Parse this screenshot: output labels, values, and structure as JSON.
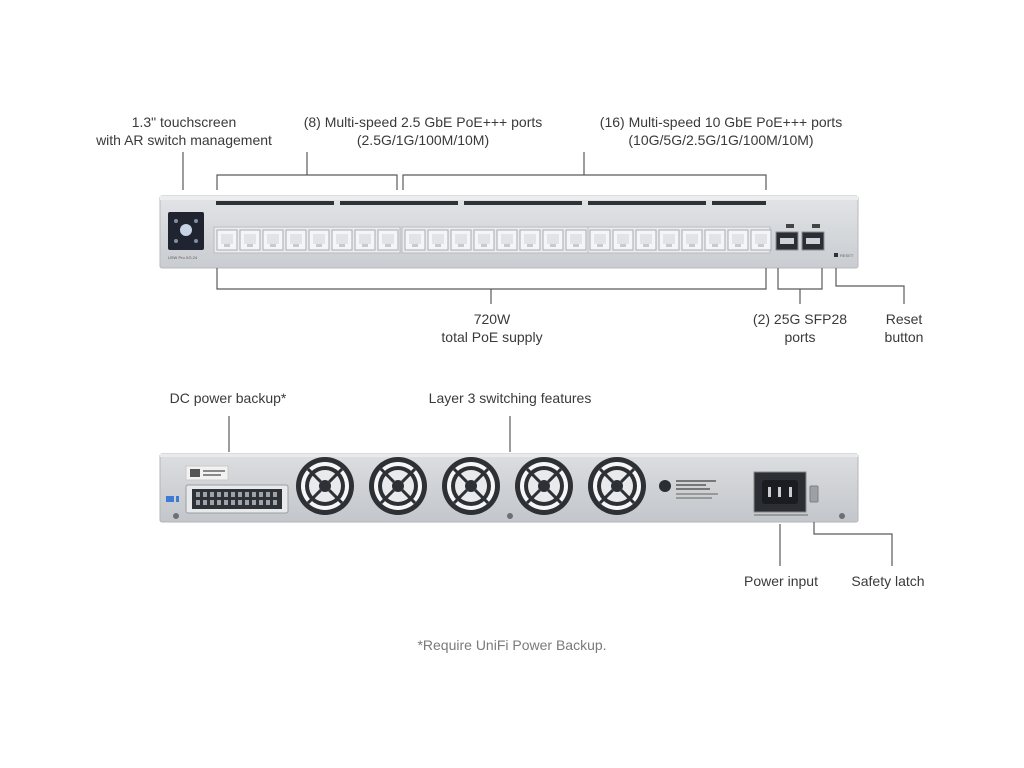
{
  "front_labels": {
    "touchscreen": [
      "1.3\" touchscreen",
      "with AR switch management"
    ],
    "ports_25": [
      "(8) Multi-speed 2.5 GbE PoE+++ ports",
      "(2.5G/1G/100M/10M)"
    ],
    "ports_10": [
      "(16) Multi-speed 10 GbE PoE+++ ports",
      "(10G/5G/2.5G/1G/100M/10M)"
    ],
    "poe_supply": [
      "720W",
      "total PoE supply"
    ],
    "sfp": [
      "(2) 25G SFP28",
      "ports"
    ],
    "reset": [
      "Reset",
      "button"
    ]
  },
  "back_labels": {
    "dc_backup": "DC power backup*",
    "layer3": "Layer 3 switching features",
    "power_input": "Power input",
    "safety_latch": "Safety latch"
  },
  "device_marks": {
    "model_mark": "USW Pro XG 24",
    "reset_mark": "RESET"
  },
  "footnote": "*Require UniFi Power Backup.",
  "colors": {
    "chassis": "#d4d6d9",
    "chassis_edge": "#b7babe",
    "port_white": "#f4f5f7",
    "screen": "#1f2430",
    "line": "#5a5a5a",
    "fan_dark": "#2d3035"
  }
}
